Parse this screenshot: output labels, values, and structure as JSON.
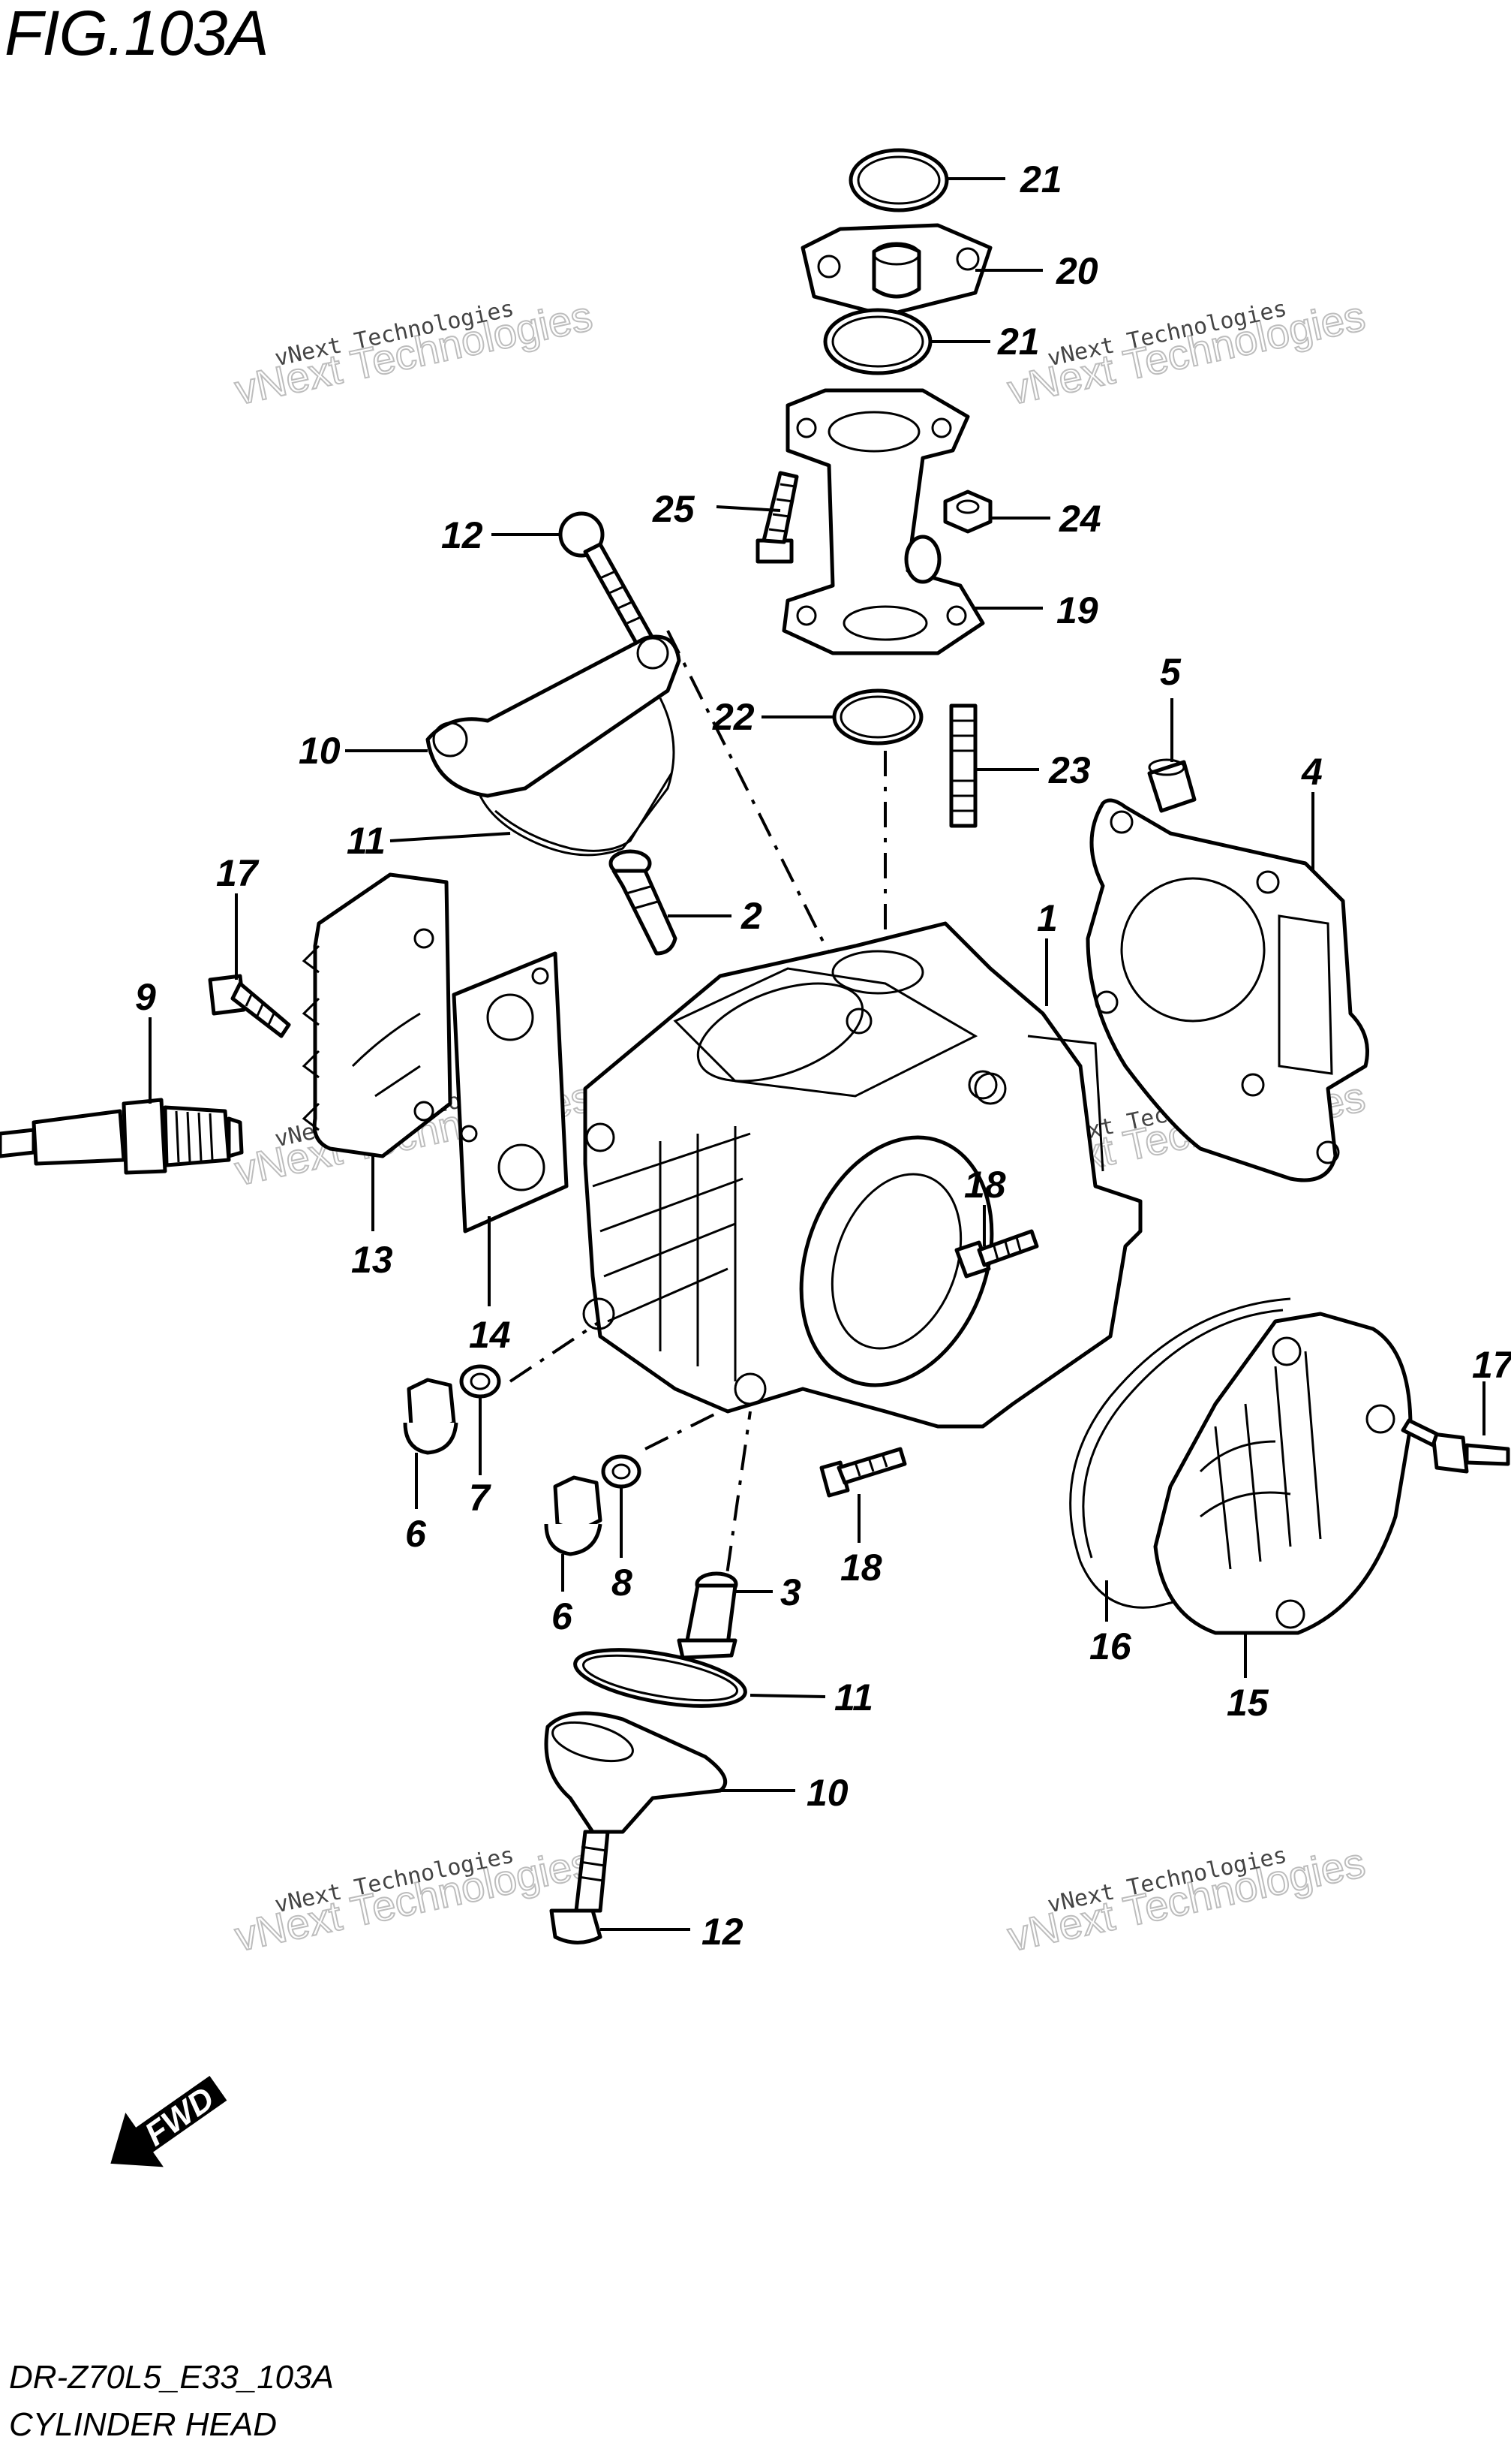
{
  "figure_title": "FIG.103A",
  "diagram_code": "DR-Z70L5_E33_103A",
  "diagram_name": "CYLINDER HEAD",
  "fwd_label": "FWD",
  "watermark": {
    "line1": "vNext Technologies",
    "line2": "vNext Technologies"
  },
  "callouts": {
    "c1": "1",
    "c2": "2",
    "c3": "3",
    "c4": "4",
    "c5": "5",
    "c6a": "6",
    "c6b": "6",
    "c7": "7",
    "c8": "8",
    "c9": "9",
    "c10a": "10",
    "c10b": "10",
    "c11a": "11",
    "c11b": "11",
    "c12a": "12",
    "c12b": "12",
    "c13": "13",
    "c14": "14",
    "c15": "15",
    "c16": "16",
    "c17a": "17",
    "c17b": "17",
    "c18a": "18",
    "c18b": "18",
    "c19": "19",
    "c20": "20",
    "c21a": "21",
    "c21b": "21",
    "c22": "22",
    "c23": "23",
    "c24": "24",
    "c25": "25"
  }
}
